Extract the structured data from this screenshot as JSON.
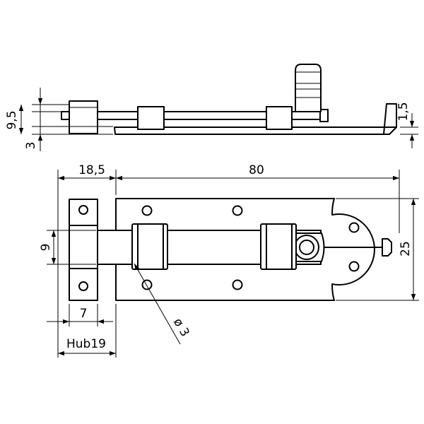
{
  "dimensions": {
    "side_height_total": "9,5",
    "side_plate_thickness": "3",
    "side_hook_thickness": "1,5",
    "width_bolt_block": "18,5",
    "length_plate": "80",
    "bolt_height": "9",
    "plate_height": "25",
    "block_width": "7",
    "hole_diameter": "ø 3",
    "stroke": "Hub19"
  }
}
